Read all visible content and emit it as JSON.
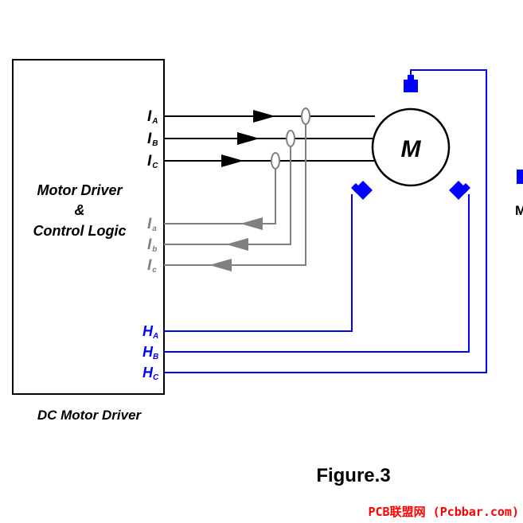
{
  "block": {
    "line1": "Motor Driver",
    "line2": "&",
    "line3": "Control Logic"
  },
  "caption": "DC Motor Driver",
  "motor": {
    "label": "M"
  },
  "currents_out": [
    {
      "main": "I",
      "sub": "A"
    },
    {
      "main": "I",
      "sub": "B"
    },
    {
      "main": "I",
      "sub": "C"
    }
  ],
  "currents_sense": [
    {
      "main": "I",
      "sub": "a"
    },
    {
      "main": "I",
      "sub": "b"
    },
    {
      "main": "I",
      "sub": "c"
    }
  ],
  "hall": [
    {
      "main": "H",
      "sub": "A"
    },
    {
      "main": "H",
      "sub": "B"
    },
    {
      "main": "H",
      "sub": "C"
    }
  ],
  "edge_partial": "M",
  "figure": "Figure.3",
  "watermark": "PCB联盟网 (Pcbbar.com)",
  "colors": {
    "black": "#000000",
    "gray": "#808080",
    "blue": "#0000ff",
    "watermark": "#ff0000"
  }
}
